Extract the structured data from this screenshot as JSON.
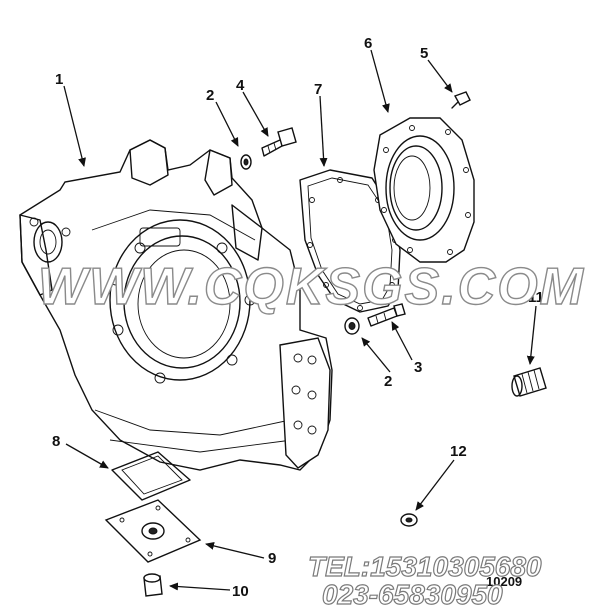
{
  "callouts": {
    "c1": "1",
    "c2a": "2",
    "c2b": "2",
    "c3": "3",
    "c4": "4",
    "c5": "5",
    "c6": "6",
    "c7": "7",
    "c8": "8",
    "c9": "9",
    "c10": "10",
    "c11": "11",
    "c12": "12"
  },
  "figure_ref": "10209",
  "watermark": {
    "site": "WWW.CQKSGS.COM",
    "tel": "TEL:15310305680",
    "phone": "023-65830950"
  }
}
